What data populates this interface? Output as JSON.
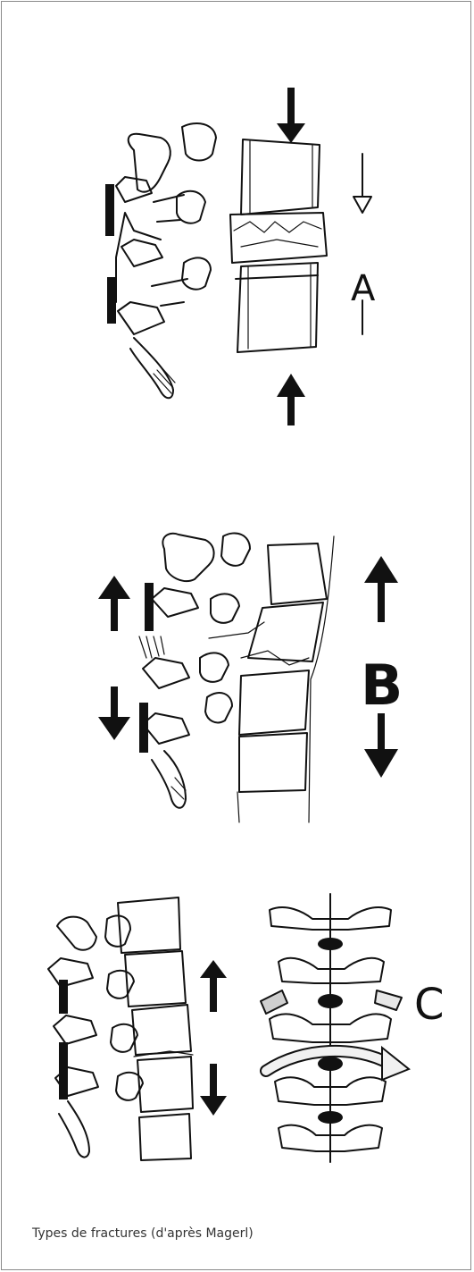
{
  "figure": {
    "caption": "Types de fractures (d'après Magerl)",
    "labels": {
      "type_a": "A",
      "type_b": "B",
      "type_c": "C"
    },
    "icons": [
      "compression-arrow-down-icon",
      "compression-arrow-up-icon",
      "distraction-arrow-up-icon",
      "distraction-arrow-down-icon",
      "rotation-arrow-icon",
      "shear-arrow-icon"
    ]
  }
}
